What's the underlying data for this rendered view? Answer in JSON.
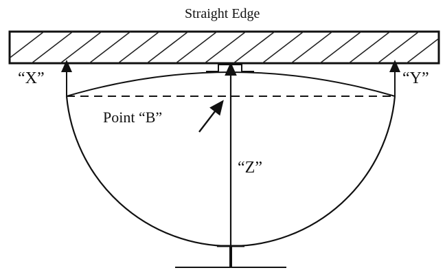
{
  "labels": {
    "title": "Straight Edge",
    "point_x": "“X”",
    "point_y": "“Y”",
    "point_b": "Point “B”",
    "dimension_z": "“Z”"
  },
  "colors": {
    "ink": "#111111",
    "background": "#ffffff"
  }
}
